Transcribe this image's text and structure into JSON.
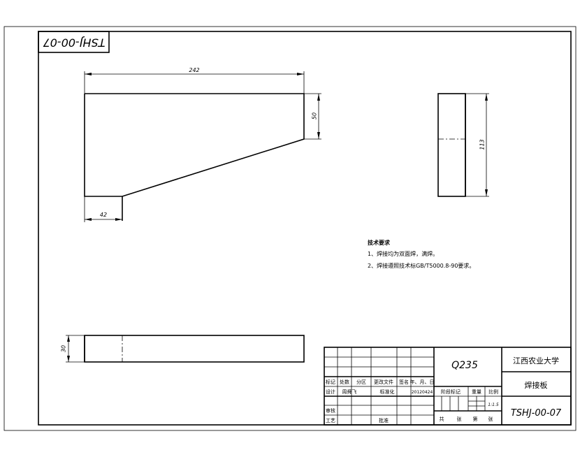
{
  "drawing": {
    "code": "TSHJ-00-07",
    "code_rotated": "TSHJ-00-07",
    "material": "Q235",
    "school": "江西农业大学",
    "part_name": "焊接板",
    "scale": "1:1.5"
  },
  "dimensions": {
    "top_width": "242",
    "right_height": "50",
    "bottom_width": "42",
    "side_height": "113",
    "bottom_thickness": "30"
  },
  "notes": {
    "heading": "技术要求",
    "line1": "1、焊接均为双面焊，满焊。",
    "line2": "2、焊接遵照技术标GB/T5000.8-90要求。"
  },
  "title_block": {
    "row_labels": [
      "标记",
      "处数",
      "分区",
      "更改文件",
      "签名",
      "年、月、日"
    ],
    "designer_label": "设计",
    "designer_name": "周舜飞",
    "standard_label": "标准化",
    "date": "20120424",
    "review_label": "审核",
    "craft_label": "工艺",
    "approve_label": "批准",
    "stage_label": "阶段标记",
    "weight_label": "重量",
    "scale_label": "比例",
    "total_label": "共",
    "sheet_label": "张",
    "page_label": "第",
    "page_label2": "张"
  }
}
